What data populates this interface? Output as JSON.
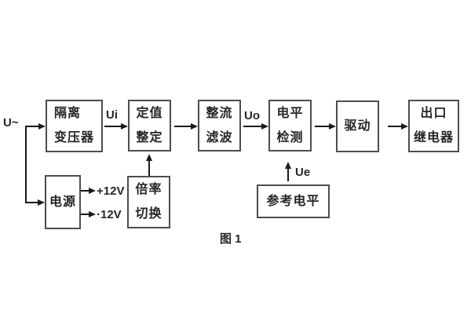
{
  "figure": {
    "caption": "图 1"
  },
  "diagram": {
    "signals": {
      "input": "U~",
      "ui": "Ui",
      "uo": "Uo",
      "ue": "Ue",
      "rail_pos": "+12V",
      "rail_neg": "·12V"
    },
    "blocks": [
      {
        "id": "isolation-transformer",
        "lines": [
          "隔离",
          "变压器"
        ]
      },
      {
        "id": "setting-adjust",
        "lines": [
          "定值",
          "整定"
        ]
      },
      {
        "id": "rectifier-filter",
        "lines": [
          "整流",
          "滤波"
        ]
      },
      {
        "id": "level-detector",
        "lines": [
          "电平",
          "检测"
        ]
      },
      {
        "id": "driver",
        "lines": [
          "驱动"
        ]
      },
      {
        "id": "output-relay",
        "lines": [
          "出口",
          "继电器"
        ]
      },
      {
        "id": "power-supply",
        "lines": [
          "电源"
        ]
      },
      {
        "id": "ratio-switch",
        "lines": [
          "倍率",
          "切换"
        ]
      },
      {
        "id": "reference-level",
        "lines": [
          "参考电平"
        ]
      }
    ],
    "colors": {
      "background": "#ffffff",
      "box_border": "#4d4d4d",
      "line": "#1a1a1a",
      "text": "#262626"
    }
  }
}
